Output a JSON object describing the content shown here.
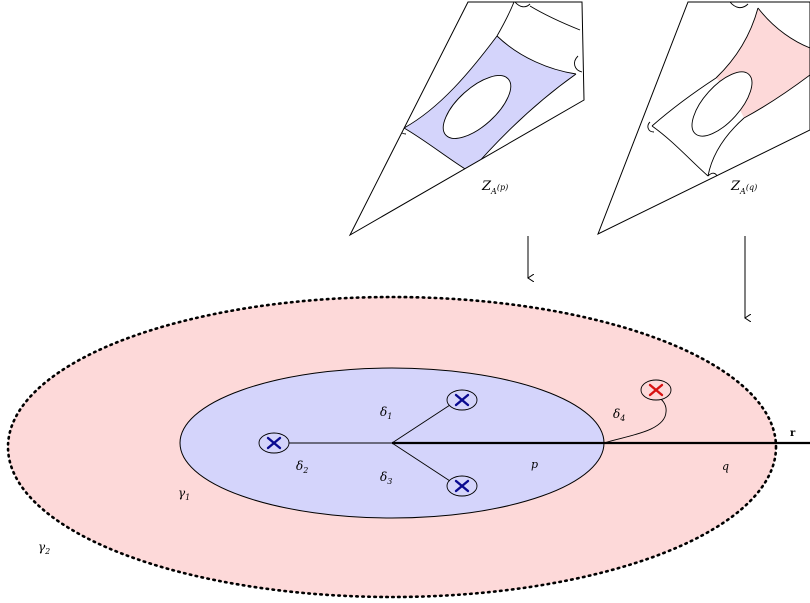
{
  "colors": {
    "outer_region": "#fdd9d9",
    "inner_region": "#d4d4fb",
    "blue_cross": "#0a0a90",
    "red_cross": "#d81010",
    "line": "#000000"
  },
  "insets": {
    "left": {
      "label_main": "Z",
      "label_sub": "A",
      "label_arg": "(p)",
      "highlight": "#d4d4fb"
    },
    "right": {
      "label_main": "Z",
      "label_sub": "A",
      "label_arg": "(q)",
      "highlight": "#fdd9d9"
    }
  },
  "labels": {
    "gamma1": {
      "main": "γ",
      "sub": "1"
    },
    "gamma2": {
      "main": "γ",
      "sub": "2"
    },
    "delta1": {
      "main": "δ",
      "sub": "1"
    },
    "delta2": {
      "main": "δ",
      "sub": "2"
    },
    "delta3": {
      "main": "δ",
      "sub": "3"
    },
    "delta4": {
      "main": "δ",
      "sub": "4"
    },
    "p": "p",
    "q": "q",
    "r": "r"
  },
  "icons": {
    "puncture_blue": "cross-marked-circle",
    "puncture_red": "cross-marked-circle",
    "arrow": "down-arrow"
  }
}
